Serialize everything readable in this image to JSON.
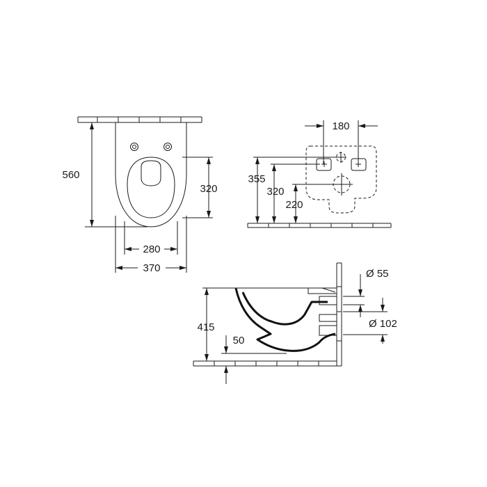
{
  "top_view": {
    "overall_length": "560",
    "bowl_length": "320",
    "inner_width": "280",
    "outer_width": "370"
  },
  "back_view": {
    "fixing_spacing": "180",
    "height_upper": "355",
    "height_middle": "320",
    "height_lower": "220"
  },
  "side_view": {
    "total_height": "415",
    "floor_offset": "50",
    "inlet_diameter": "Ø 55",
    "outlet_diameter": "Ø 102"
  }
}
